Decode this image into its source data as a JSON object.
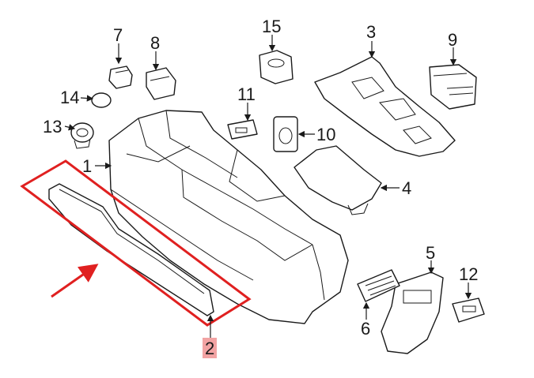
{
  "callouts": {
    "c1": "1",
    "c2": "2",
    "c3": "3",
    "c4": "4",
    "c5": "5",
    "c6": "6",
    "c7": "7",
    "c8": "8",
    "c9": "9",
    "c10": "10",
    "c11": "11",
    "c12": "12",
    "c13": "13",
    "c14": "14",
    "c15": "15"
  },
  "colors": {
    "highlight": "#e02020",
    "badge": "#f2a3a3",
    "line": "#1a1a1a"
  },
  "highlighted_part": "2"
}
